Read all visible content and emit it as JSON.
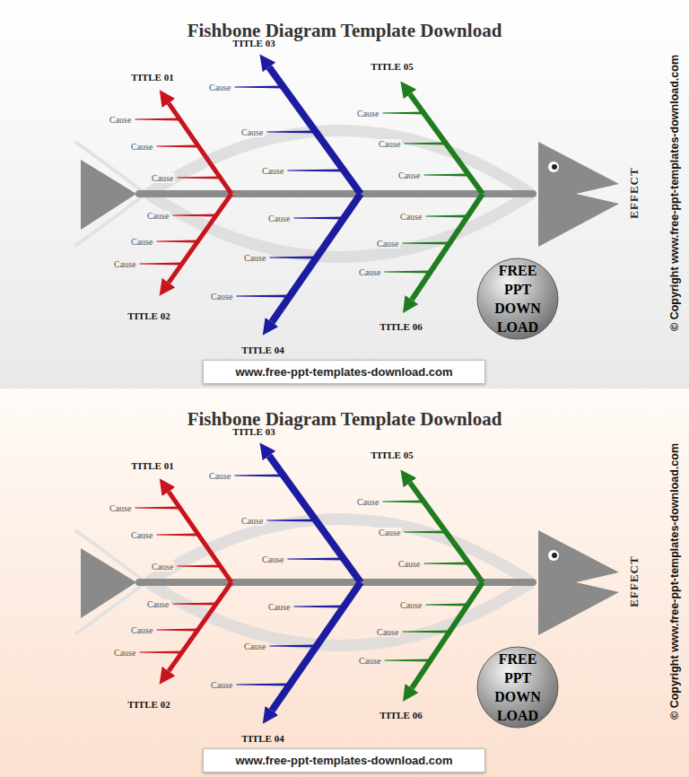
{
  "diagram": {
    "title": "Fishbone Diagram Template Download",
    "nodes": [
      {
        "text": [
          "FREE PPT DOWN LOAD"
        ]
      },
      {
        "text": [
          "www.free-ppt-templates-download.com"
        ]
      },
      {
        "text": [
          "FREE PPT DOWN LOAD"
        ]
      },
      {
        "text": [
          "www.free-ppt-templates-download.com"
        ]
      }
    ],
    "labels": [
      "TITLE 01",
      "TITLE 02",
      "TITLE 03",
      "TITLE 04",
      "TITLE 05",
      "TITLE 06",
      "Cause",
      "Cause",
      "Cause",
      "Cause",
      "Cause",
      "Cause",
      "Cause",
      "Cause",
      "Cause",
      "Cause",
      "Cause",
      "Cause",
      "Cause",
      "Cause",
      "Cause",
      "Cause",
      "Cause",
      "Cause",
      "EFFECT",
      "© Copyright  www.free-ppt-templates-download.com",
      "Fishbone Diagram Template Download",
      "TITLE 01",
      "TITLE 02",
      "TITLE 03",
      "TITLE 04",
      "TITLE 05",
      "TITLE 06",
      "Cause",
      "Cause",
      "Cause",
      "Cause",
      "Cause",
      "Cause",
      "Cause",
      "Cause",
      "Cause",
      "Cause",
      "Cause",
      "Cause",
      "Cause",
      "Cause",
      "Cause",
      "Cause",
      "Cause",
      "Cause",
      "EFFECT",
      "© Copyright  www.free-ppt-templates-download.com"
    ]
  }
}
